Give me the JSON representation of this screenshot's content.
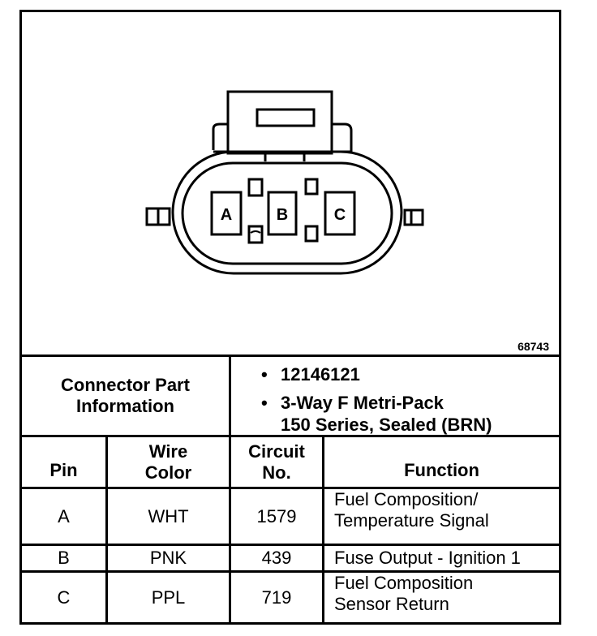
{
  "figure_number": "68743",
  "connector": {
    "pins": [
      "A",
      "B",
      "C"
    ]
  },
  "part_info": {
    "label_line1": "Connector Part",
    "label_line2": "Information",
    "part_number": "12146121",
    "desc_line1": "3-Way F Metri-Pack",
    "desc_line2": "150 Series, Sealed (BRN)",
    "bullet": "•"
  },
  "table": {
    "headers": {
      "pin": "Pin",
      "wire_color_1": "Wire",
      "wire_color_2": "Color",
      "circuit_1": "Circuit",
      "circuit_2": "No.",
      "function": "Function"
    },
    "rows": [
      {
        "pin": "A",
        "color": "WHT",
        "circuit": "1579",
        "function_1": "Fuel Composition/",
        "function_2": "Temperature Signal"
      },
      {
        "pin": "B",
        "color": "PNK",
        "circuit": "439",
        "function_1": "Fuse Output - Ignition 1",
        "function_2": ""
      },
      {
        "pin": "C",
        "color": "PPL",
        "circuit": "719",
        "function_1": "Fuel Composition",
        "function_2": "Sensor Return"
      }
    ]
  }
}
